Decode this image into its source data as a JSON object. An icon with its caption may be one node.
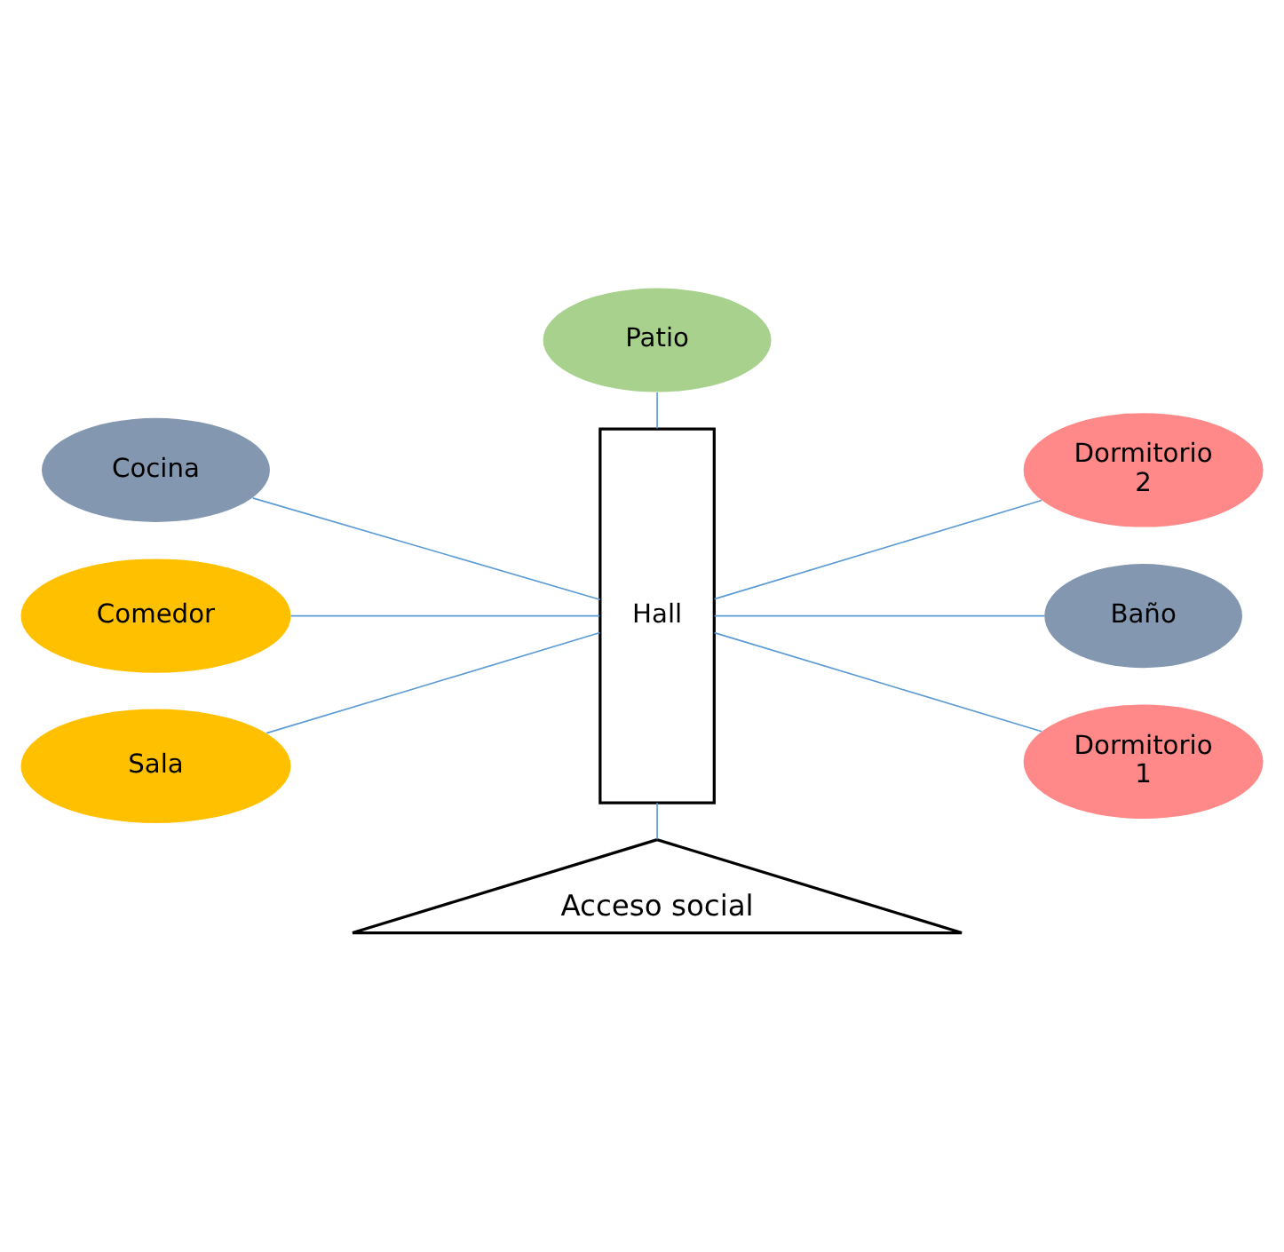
{
  "diagram": {
    "nodes": [
      {
        "text": [
          "Patio"
        ]
      },
      {
        "text": [
          "Cocina"
        ]
      },
      {
        "text": [
          "Dormitorio 2"
        ]
      },
      {
        "text": [
          "Hall"
        ]
      },
      {
        "text": [
          "Comedor"
        ]
      },
      {
        "text": [
          "Baño"
        ]
      },
      {
        "text": [
          "Sala"
        ]
      },
      {
        "text": [
          "Dormitorio 1"
        ]
      },
      {
        "text": [
          "Acceso social"
        ]
      }
    ],
    "edges": [
      {
        "from": 0,
        "to": 3,
        "arrow": "none"
      },
      {
        "from": 1,
        "to": 3,
        "arrow": "none"
      },
      {
        "from": 3,
        "to": 2,
        "arrow": "none"
      },
      {
        "from": 4,
        "to": 3,
        "arrow": "none"
      },
      {
        "from": 3,
        "to": 5,
        "arrow": "none"
      },
      {
        "from": 6,
        "to": 3,
        "arrow": "none"
      },
      {
        "from": 3,
        "to": 7,
        "arrow": "none"
      },
      {
        "from": 3,
        "to": 8,
        "arrow": "none"
      }
    ]
  }
}
